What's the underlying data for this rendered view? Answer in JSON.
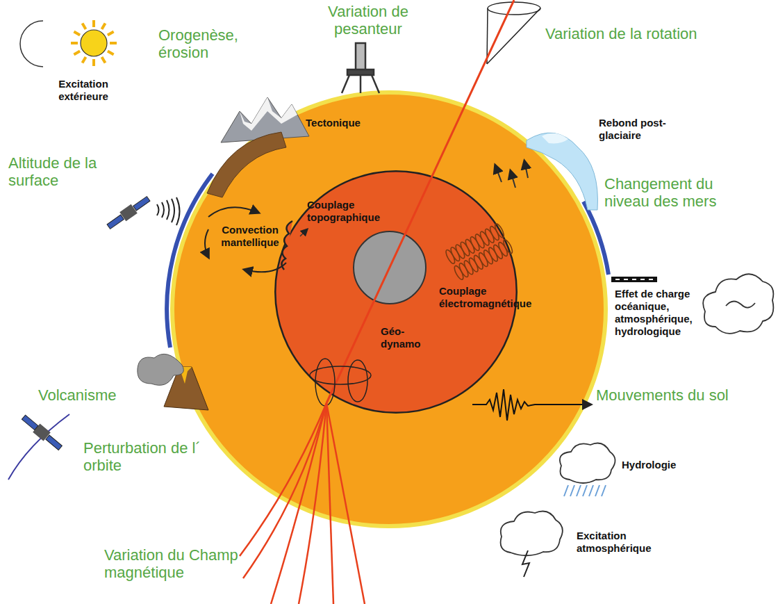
{
  "diagram": {
    "nodes": [
      {
        "text": [
          "Tectonique",
          "Convection mantellique"
        ]
      },
      {
        "text": [
          "Couplage topographique",
          "Couplage électromagnétique",
          "Géo-dynamo"
        ],
        "in": 0
      }
    ],
    "labels": [
      "Excitation extérieure",
      "Orogenèse, érosion",
      "Variation de pesanteur",
      "Variation de la rotation",
      "Rebond post-glaciaire",
      "Altitude de la surface",
      "Changement du niveau des mers",
      "Effet de charge océanique, atmosphérique, hydrologique",
      "Volcanisme",
      "Mouvements du sol",
      "Perturbation de l´ orbite",
      "Hydrologie",
      "Variation du Champ magnétique",
      "Excitation atmosphérique"
    ]
  }
}
